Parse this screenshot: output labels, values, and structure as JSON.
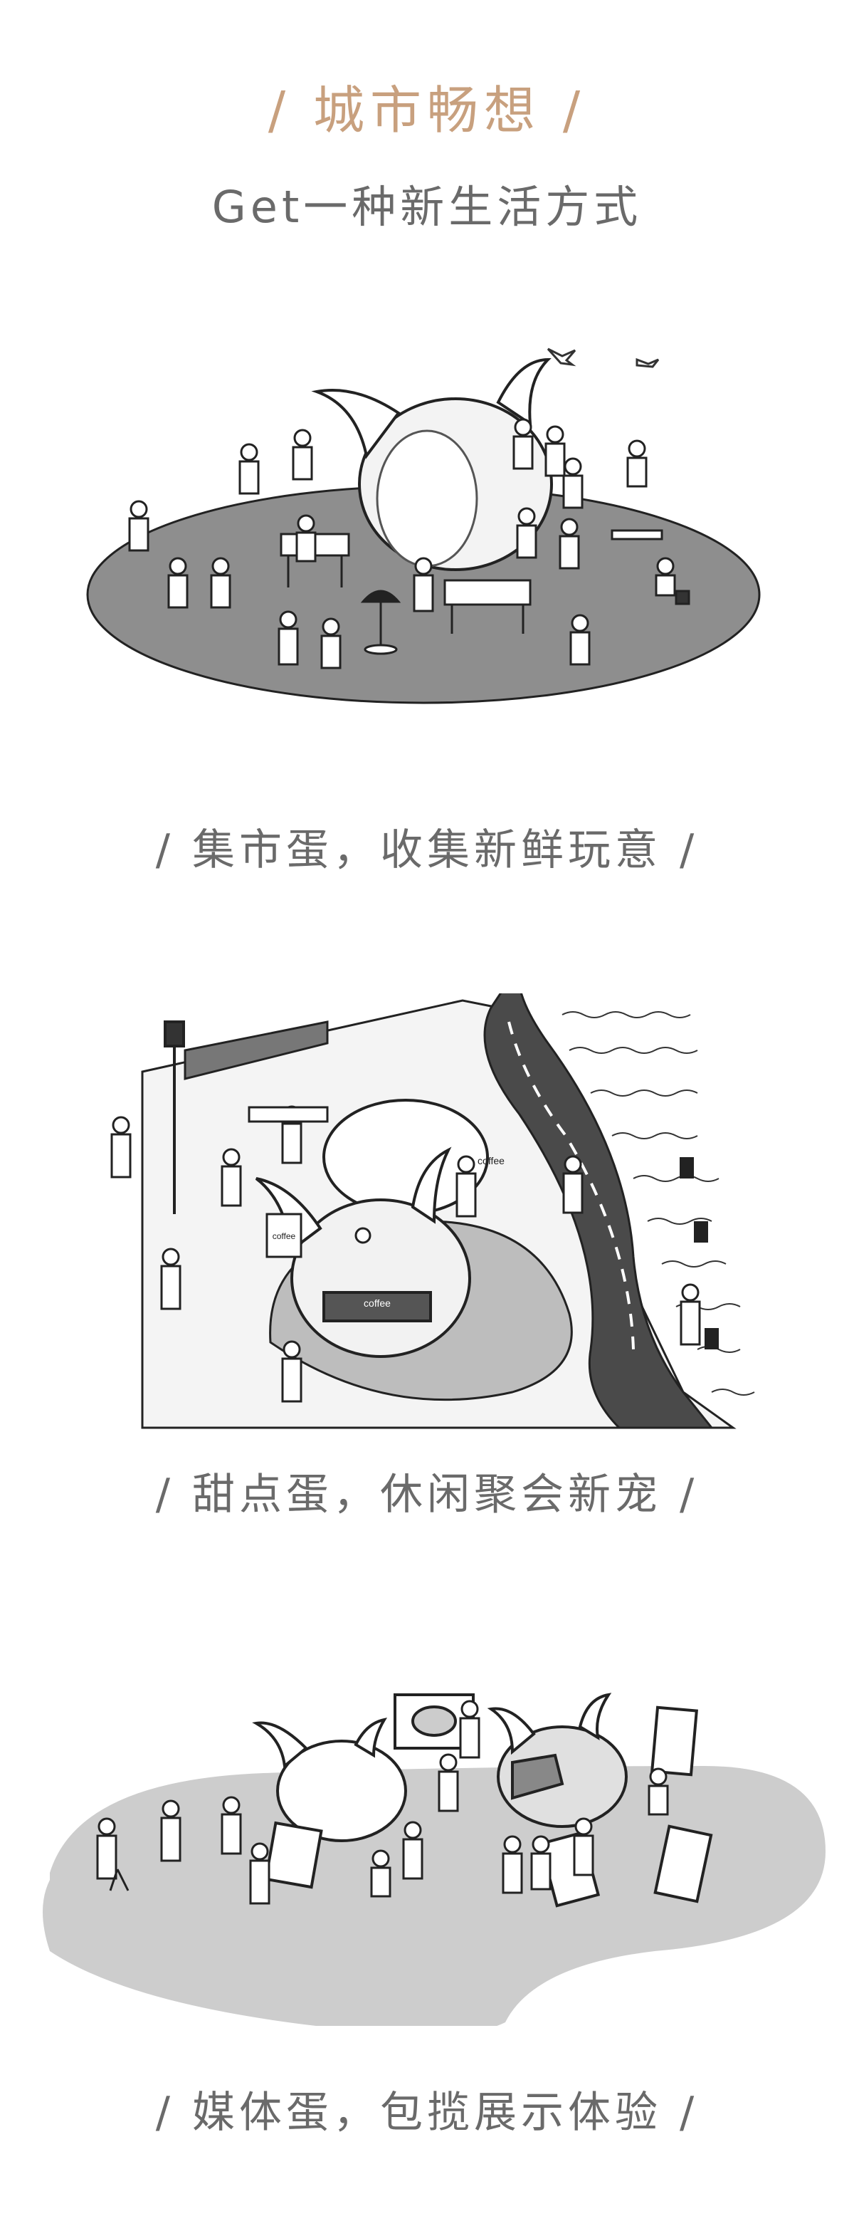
{
  "header": {
    "title": "/ 城市畅想 /",
    "subtitle": "Get一种新生活方式"
  },
  "sections": [
    {
      "caption": "/ 集市蛋，收集新鲜玩意 /",
      "signs": []
    },
    {
      "caption": "/ 甜点蛋，休闲聚会新宠 /",
      "signs": [
        "coffee",
        "coffee",
        "coffee"
      ]
    },
    {
      "caption": "/ 媒体蛋，包揽展示体验 /",
      "signs": []
    }
  ],
  "colors": {
    "title": "#c8a07e",
    "text": "#6a6a6a",
    "ground_dark": "#8e8e8e",
    "ground_light": "#cdcdcd"
  }
}
